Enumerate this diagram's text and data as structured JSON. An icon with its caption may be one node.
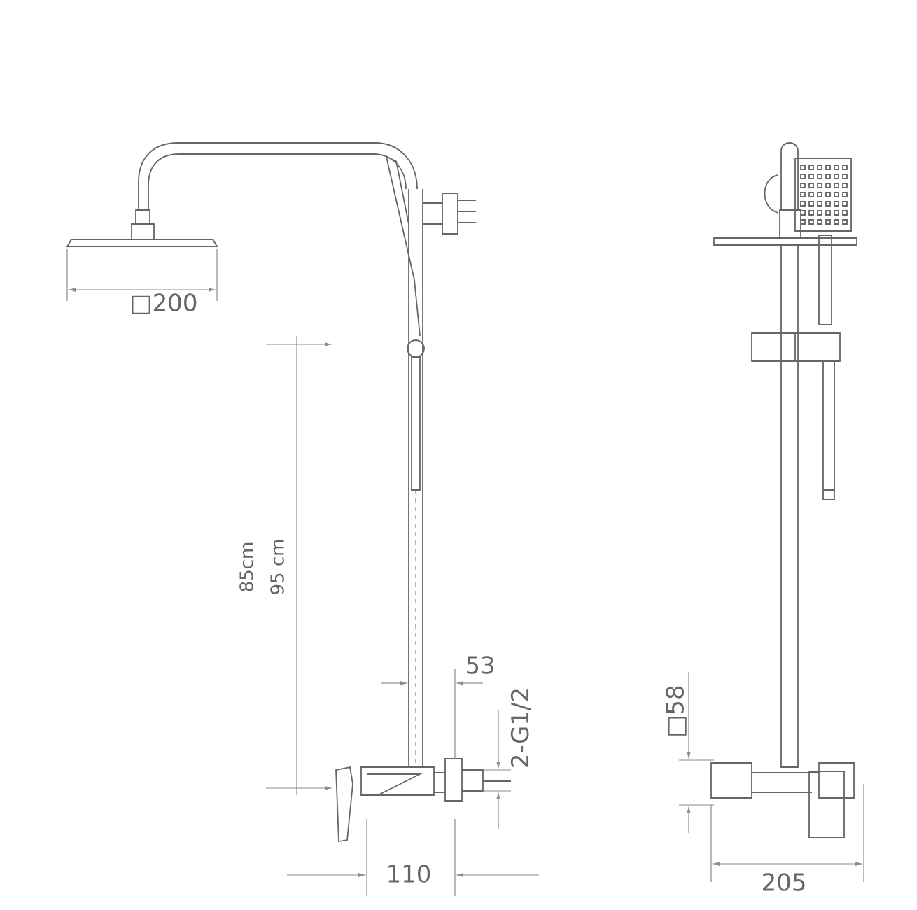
{
  "diagram": {
    "labels": [
      "□200",
      "85cm",
      "95 cm",
      "53",
      "2-G1/2",
      "110",
      "□58",
      "205"
    ]
  }
}
